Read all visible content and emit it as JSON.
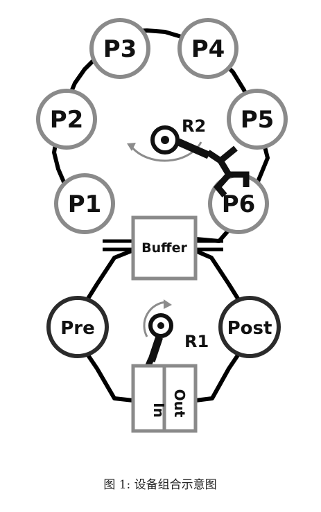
{
  "chambers": {
    "p1": "P1",
    "p2": "P2",
    "p3": "P3",
    "p4": "P4",
    "p5": "P5",
    "p6": "P6",
    "pre": "Pre",
    "post": "Post"
  },
  "buffer": "Buffer",
  "robots": {
    "r1": "R1",
    "r2": "R2"
  },
  "ports": {
    "in": "In",
    "out": "Out"
  },
  "caption": "图 1: 设备组合示意图",
  "colors": {
    "chamber_ring": "#8a8a8a",
    "load_ring": "#2b2b2b",
    "track": "#000000",
    "arrow": "#8c8c8c"
  }
}
